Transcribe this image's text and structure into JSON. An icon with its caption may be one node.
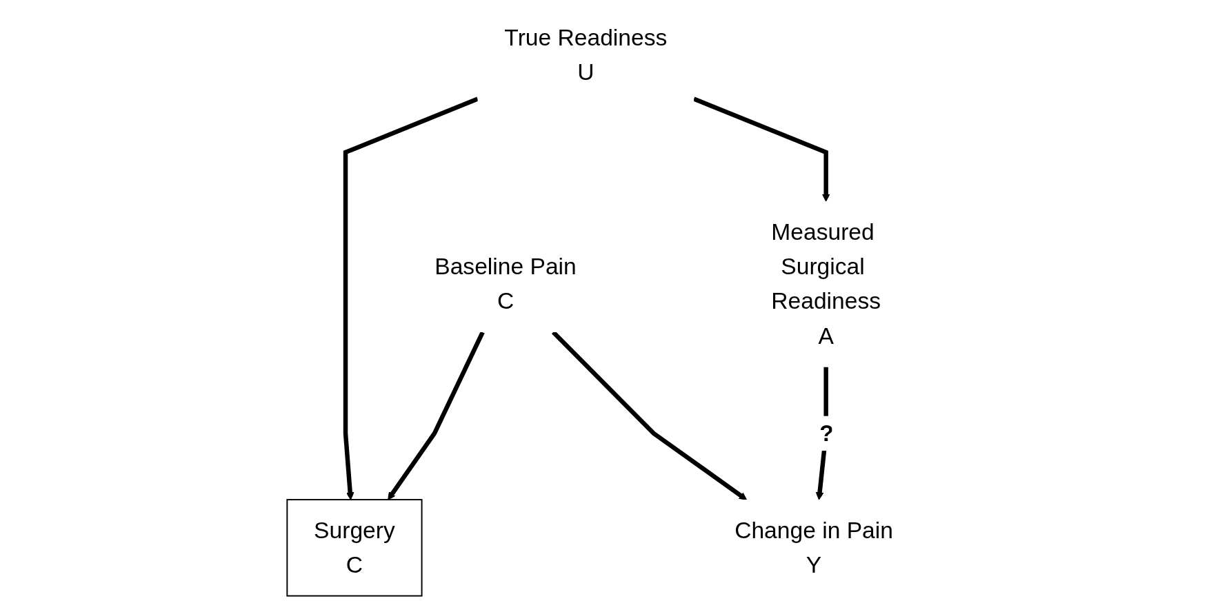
{
  "diagram": {
    "nodes": [
      {
        "text": [
          "True Readiness",
          "U"
        ]
      },
      {
        "text": [
          "Baseline Pain",
          "C"
        ]
      },
      {
        "text": [
          "Surgery",
          "C"
        ]
      },
      {
        "text": [
          "Measured Surgical Readiness",
          "A"
        ]
      },
      {
        "text": [
          "Change in Pain",
          "Y"
        ]
      }
    ],
    "edges": [
      {
        "from": 0,
        "to": 2,
        "arrow": "to"
      },
      {
        "from": 1,
        "to": 2,
        "arrow": "to"
      },
      {
        "from": 0,
        "to": 3,
        "arrow": "to"
      },
      {
        "from": 1,
        "to": 4,
        "arrow": "to"
      },
      {
        "from": 3,
        "to": 4,
        "arrow": "to",
        "label": "?"
      }
    ]
  }
}
